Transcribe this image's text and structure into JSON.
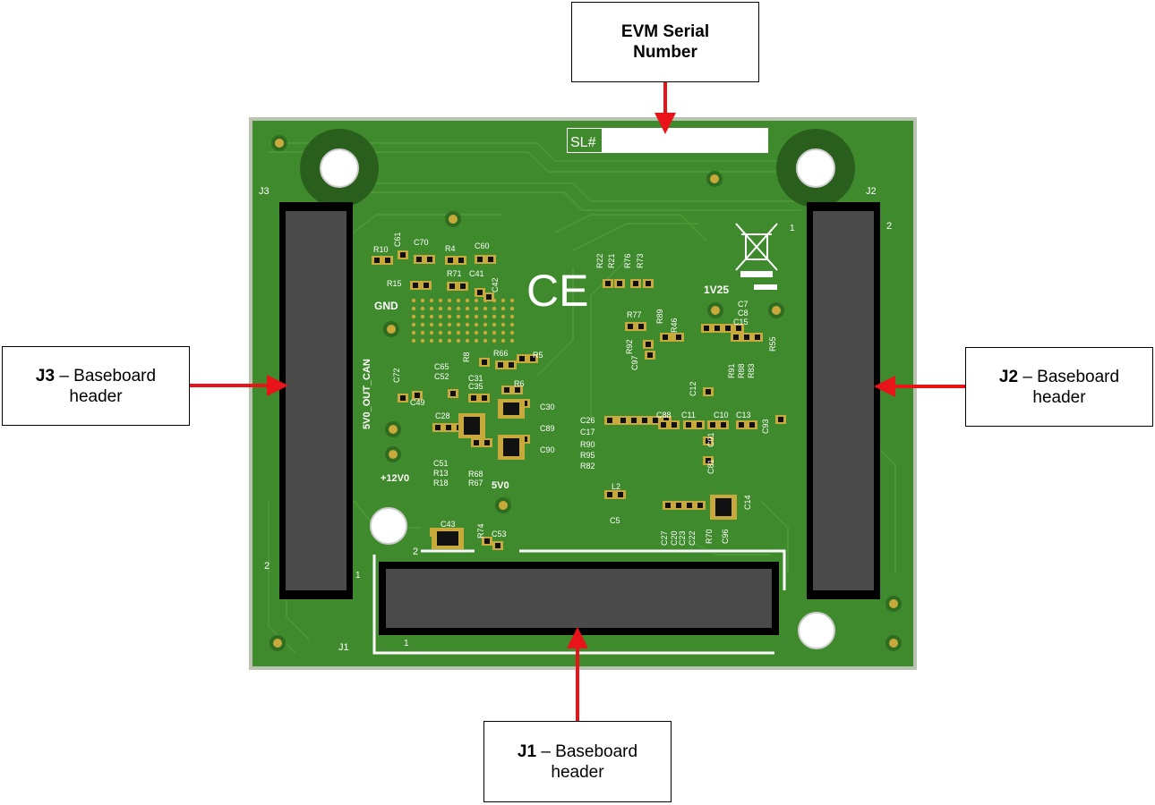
{
  "colors": {
    "board": "#3f8a2c",
    "board_dark": "#2e6d20",
    "board_edge": "#b9c4b0",
    "connector": "#4a4a4a",
    "pad_gold": "#c8a93c",
    "arrow": "#e8141a",
    "silk": "#ffffff"
  },
  "callouts": {
    "serial": {
      "line1": "EVM Serial",
      "line2": "Number"
    },
    "j3": {
      "bold": "J3",
      "rest": " – Baseboard",
      "line2": "header"
    },
    "j2": {
      "bold": "J2",
      "rest": " – Baseboard",
      "line2": "header"
    },
    "j1": {
      "bold": "J1",
      "rest": " – Baseboard",
      "line2": "header"
    }
  },
  "board": {
    "serial_label": "SL#",
    "connector_labels": {
      "j3": "J3",
      "j2": "J2",
      "j1": "J1"
    },
    "pin_labels": {
      "one": "1",
      "two": "2"
    },
    "net_labels": {
      "gnd": "GND",
      "v1v25": "1V25",
      "v12": "+12V0",
      "v5": "5V0",
      "v5_can": "5V0_OUT_CAN"
    },
    "ce_mark": "CE",
    "designators": [
      "R10",
      "C61",
      "C70",
      "R4",
      "C60",
      "R15",
      "R71",
      "C41",
      "C42",
      "R22",
      "R21",
      "R76",
      "R73",
      "C7",
      "C8",
      "C15",
      "R77",
      "R89",
      "R46",
      "R92",
      "R55",
      "R8",
      "R66",
      "R5",
      "C65",
      "C52",
      "C31",
      "C35",
      "R6",
      "C72",
      "C49",
      "C30",
      "C89",
      "C90",
      "C28",
      "C51",
      "R13",
      "R18",
      "R68",
      "R67",
      "C26",
      "C17",
      "R90",
      "R95",
      "R82",
      "C97",
      "R91",
      "R88",
      "R83",
      "C12",
      "C88",
      "C11",
      "C10",
      "C13",
      "C93",
      "C91",
      "C81",
      "L2",
      "C5",
      "C43",
      "R74",
      "C53",
      "C27",
      "C20",
      "C23",
      "C22",
      "R70",
      "C96",
      "C14"
    ]
  }
}
